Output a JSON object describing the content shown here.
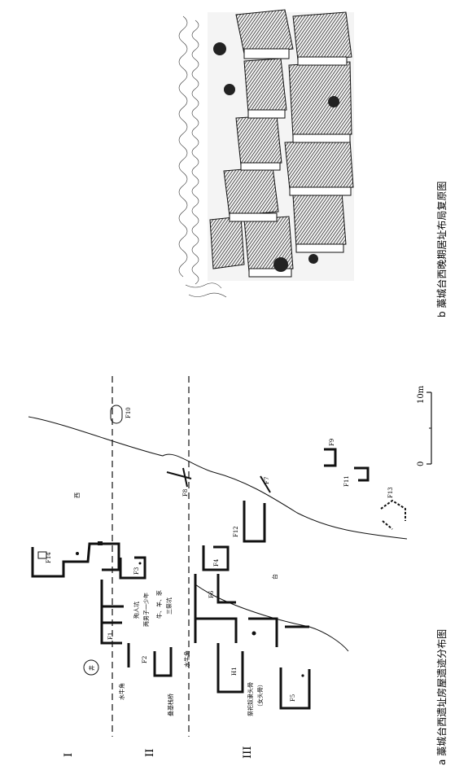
{
  "captions": {
    "panel_a": "a 藁城台西遗址房屋遗迹分布图",
    "panel_b": "b 藁城台西晚期居址布局复原图"
  },
  "section_labels": [
    "I",
    "II",
    "III"
  ],
  "scale_bar": {
    "zero": "0",
    "max": "10m"
  },
  "features": {
    "F1": "F1",
    "F2": "F2",
    "F3": "F3",
    "F4": "F4",
    "F5": "F5",
    "F6": "F6",
    "F7": "F7",
    "F8": "F8",
    "F9": "F9",
    "F10": "F10",
    "F11": "F11",
    "F12": "F12",
    "F13": "F13",
    "F14": "F14",
    "H1": "H1"
  },
  "annotations": {
    "well": "井",
    "west": "西",
    "tai": "台",
    "water_trough_1": "水牛角",
    "water_trough_2": "水牛角",
    "burial_pit_1": "殉人坑",
    "burial_pit_2": "两男子一少年",
    "animal_pit": "牛、羊、豕",
    "animal_pit_2": "三祭坑",
    "wood_frame": "叠基栈桥",
    "slave_pit_1": "祭祀奴隶头骨",
    "slave_pit_2": "（女头骨）"
  },
  "colors": {
    "ink": "#111111",
    "paper": "#ffffff"
  }
}
